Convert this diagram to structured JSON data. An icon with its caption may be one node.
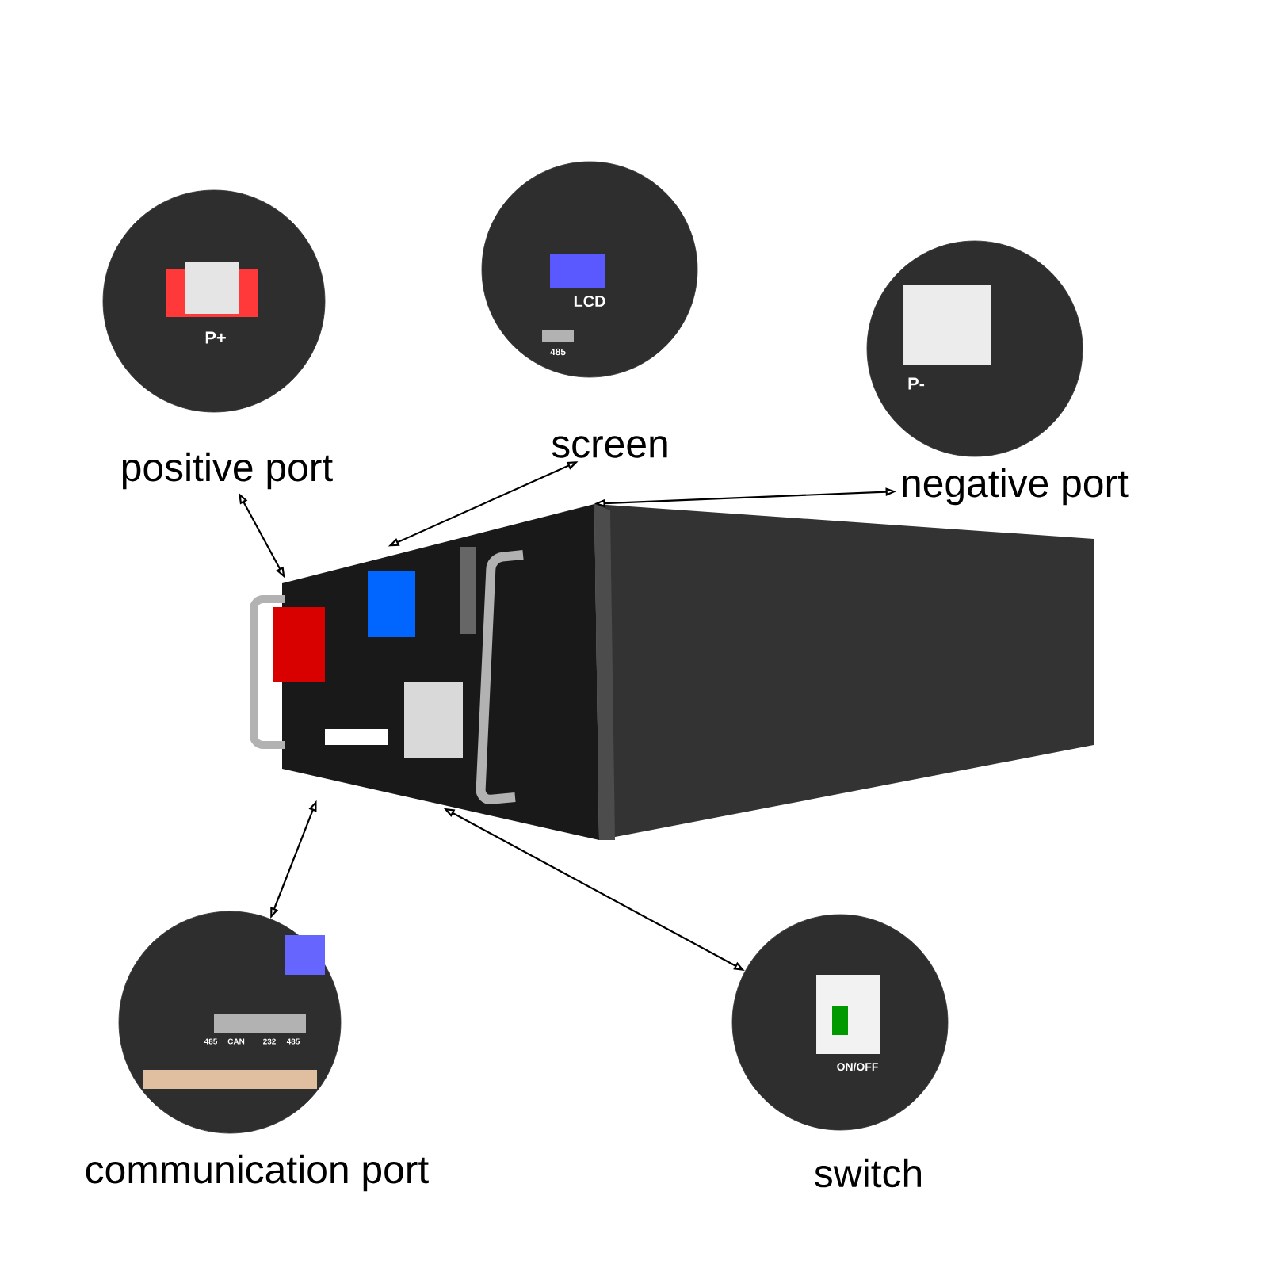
{
  "diagram": {
    "nodes": [
      {
        "text": [],
        "shape": "picture"
      },
      {
        "text": [
          "positive port"
        ]
      },
      {
        "text": [
          "screen"
        ]
      },
      {
        "text": [
          "negative port"
        ]
      },
      {
        "text": [
          "communication port"
        ]
      },
      {
        "text": [
          "switch"
        ]
      }
    ],
    "edges": [
      {
        "from": 0,
        "to": 1,
        "arrow": "both"
      },
      {
        "from": 0,
        "to": 2,
        "arrow": "both"
      },
      {
        "from": 0,
        "to": 3,
        "arrow": "both"
      },
      {
        "from": 0,
        "to": 4,
        "arrow": "both"
      },
      {
        "from": 0,
        "to": 5,
        "arrow": "both"
      }
    ],
    "labels": [
      "P+",
      "LCD",
      "485",
      "P-",
      "485",
      "CAN",
      "232",
      "485",
      "ON/OFF"
    ]
  }
}
